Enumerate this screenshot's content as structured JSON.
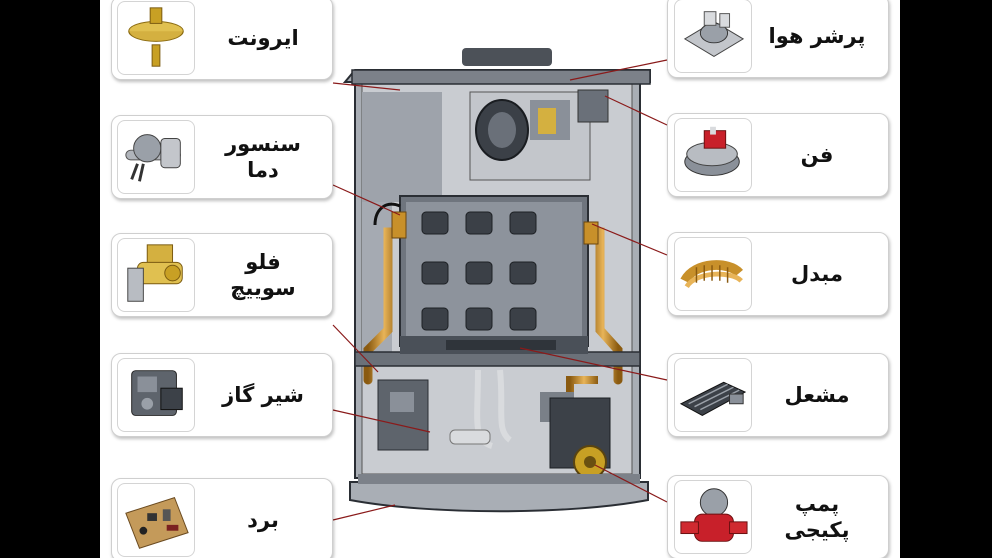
{
  "labels": {
    "airvent": "ایرونت",
    "temp_sensor_line1": "سنسور",
    "temp_sensor_line2": "دما",
    "flow_switch_line1": "فلو",
    "flow_switch_line2": "سوییچ",
    "gas_valve": "شیر گاز",
    "board": "برد",
    "air_pressure": "پرشر هوا",
    "fan": "فن",
    "heat_exchanger": "مبدل",
    "burner": "مشعل",
    "pump_line1": "پمپ",
    "pump_line2": "پکیجی"
  },
  "colors": {
    "frame": "#c8c8c8",
    "boiler_dark": "#4a5058",
    "boiler_mid": "#8a9099",
    "pipe": "#c8902a",
    "pump_red": "#c8202a",
    "brass": "#d4b040"
  },
  "icons": [
    "airvent-icon",
    "temp-sensor-icon",
    "flow-switch-icon",
    "gas-valve-icon",
    "board-icon",
    "air-pressure-switch-icon",
    "fan-icon",
    "heat-exchanger-icon",
    "burner-icon",
    "pump-icon"
  ]
}
